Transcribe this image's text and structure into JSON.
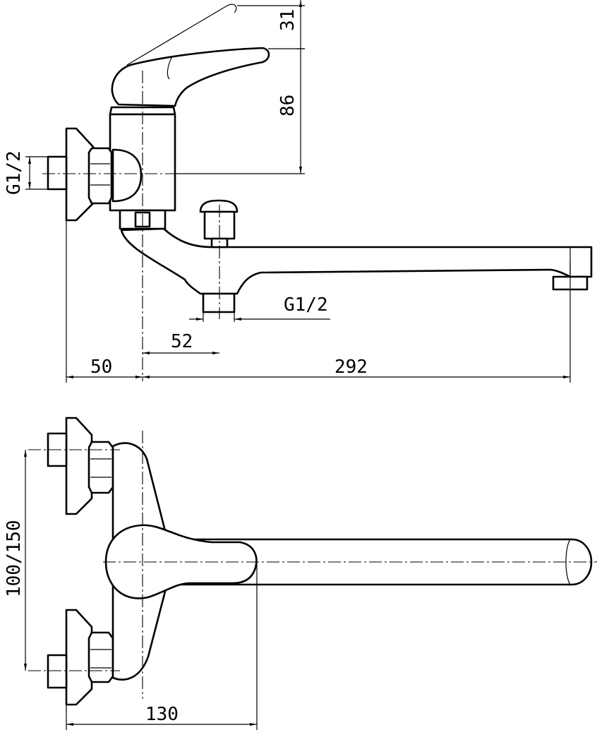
{
  "dimensions": {
    "lever_lift": "31",
    "body_height": "86",
    "inlet_thread": "G1/2",
    "outlet_thread": "G1/2",
    "diverter_offset": "52",
    "wall_offset": "50",
    "spout_reach": "292",
    "inlet_spacing": "100/150",
    "plan_depth": "130"
  }
}
